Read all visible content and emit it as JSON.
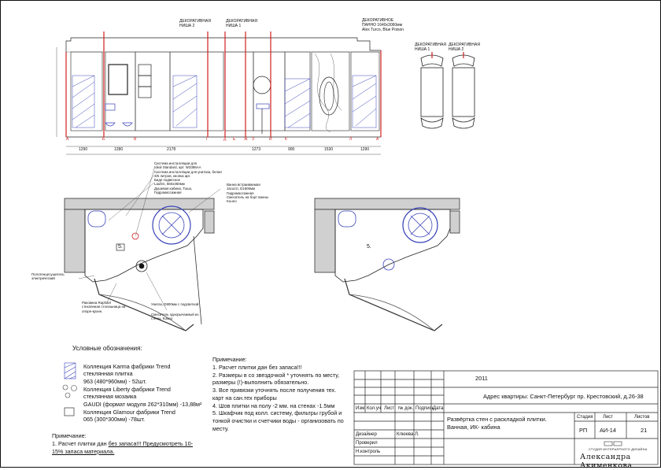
{
  "elevation": {
    "labels": {
      "niche2": [
        "ДЕКОРАТИВНАЯ",
        "НИША 2"
      ],
      "niche1": [
        "ДЕКОРАТИВНАЯ",
        "НИША 1"
      ],
      "panel": [
        "ДЕКОРАТИВНОЕ",
        "ПАННО 1640х3060мм",
        "Alex Turco, Blue Poison"
      ]
    },
    "axes": [
      "А",
      "Б",
      "В",
      "Г",
      "Д",
      "Е",
      "Ж",
      "З",
      "И",
      "К",
      "Л",
      "А"
    ],
    "dims": [
      "1290",
      "1280",
      "2178",
      "1273",
      "900",
      "1530",
      "1290"
    ]
  },
  "niches": {
    "niche1": [
      "ДЕКОРАТИВНАЯ",
      "НИША 1"
    ],
    "niche2": [
      "ДЕКОРАТИВНАЯ",
      "НИША 2"
    ]
  },
  "plan_notes": [
    "Система инсталляции для",
    "Ideal Standard, арт. W3386AA",
    "Система инсталляции для унитаза, белая",
    "3/6 литров, кнопка арт.",
    "Биде подвесное",
    "Laufen, 560х360мм",
    "Душевая кабина, Тошо,",
    "Гидромассажная",
    "Ванна встраиваемая",
    "Jacuzzi, D1600мм",
    "Гидромассажная",
    "Смеситель на борт ванны",
    "Kuuno"
  ],
  "plan_left_notes": [
    "Полотенцесушитель",
    "электрический",
    "Раковина Raphael",
    "стеклянная столешница на",
    "опоре-кроне.",
    "Унитаз, D900мм с подсветкой",
    "Смеситель однорычажный из",
    "стены, Kuuno"
  ],
  "room_marks": {
    "left": "5.",
    "right": "5."
  },
  "legend": {
    "title": "Условные обозначения:",
    "items": [
      {
        "lines": [
          "Коллекция Karma фабрики Trend",
          "стеклянная плитка",
          "963 (480*960мм)   - 52шт."
        ]
      },
      {
        "lines": [
          "Коллекция Liberty фабрики Trend",
          "стеклянная мозаика",
          "GAUDI (формат модуля 262*310мм)   -13,88м²"
        ]
      },
      {
        "lines": [
          "Коллекция Glamour фабрики Trend",
          "065 (300*300мм)   -78шт."
        ]
      }
    ]
  },
  "note_left": {
    "title": "Примечание:",
    "text": "1. Расчет плитки дан ",
    "text_u": "без запаса!!! Предусмотреть 10-15% запаса материала."
  },
  "note_right": {
    "title": "Примечание:",
    "items": [
      "1. Расчет плитки дан без запаса!!!",
      "2. Размеры в со звездочкой * уточнять по месту,",
      "размеры (!)-выполнить обязательно.",
      "3. Все привязки уточнять после получения тех.",
      "карт на сан.тех приборы",
      "4. Шов плитки на полу -2 мм. на стенах -1.5мм",
      "5. Шкафчик под колл. систему, фильтры грубой и",
      "тонкой очистки и счетчики воды - организовать по",
      "месту."
    ]
  },
  "title_block": {
    "year": "2011",
    "address": "Адрес квартиры: Санкт-Петербург пр. Крестовский, д.26-38",
    "cols": [
      "Изм.",
      "Кол.уч",
      "Лист",
      "№ док.",
      "Подпись",
      "Дата"
    ],
    "sheet_title": "Развёртка стен с раскладкой плитки. Ванная, ИК- кабина",
    "stage_h": "Стадия",
    "sheet_h": "Лист",
    "sheets_h": "Листов",
    "stage": "РП",
    "sheet": "АИ-14",
    "sheets": "21",
    "role1": "Дизайнер",
    "name1": "Клюева Л.",
    "role2": "Проверил",
    "role3": "Н.контроль",
    "studio_small": "СТУДИЯ ИНТЕРЬЕРНОГО ДИЗАЙНА",
    "studio_name": "Александра Акименкова"
  }
}
